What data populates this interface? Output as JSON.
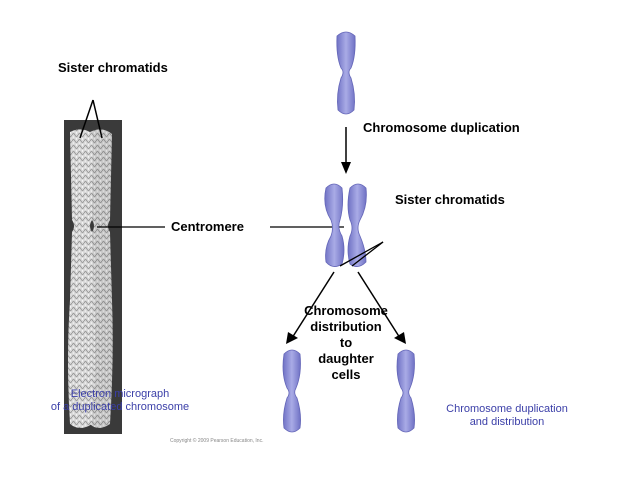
{
  "labels": {
    "sister_chromatids_left": "Sister chromatids",
    "chromosome_duplication": "Chromosome duplication",
    "sister_chromatids_right": "Sister  chromatids",
    "centromere": "Centromere",
    "distribution_lines": [
      "Chromosome",
      "distribution",
      "to",
      "daughter",
      "cells"
    ]
  },
  "captions": {
    "micrograph": [
      "Electron micrograph",
      "of a duplicated chromosome"
    ],
    "dup_dist": [
      "Chromosome duplication",
      "and distribution"
    ]
  },
  "copyright": "Copyright © 2009 Pearson Education, Inc.",
  "colors": {
    "chromosome": "#8d8fd6",
    "chromosome_dark": "#5a5cb0",
    "caption": "#3b3fa8",
    "micrograph_bg": "#3a3a3a"
  }
}
